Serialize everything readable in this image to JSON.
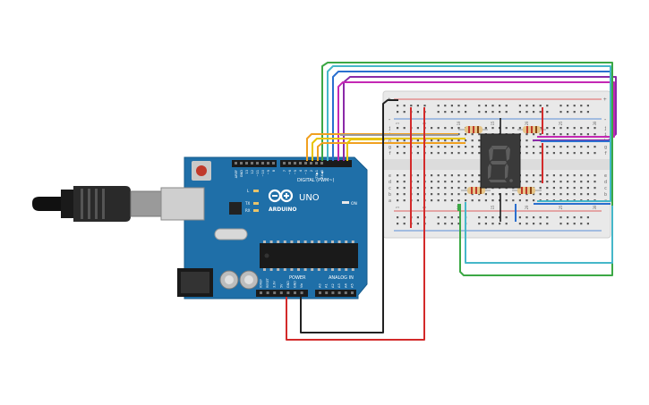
{
  "board": {
    "brand": "ARDUINO",
    "model": "UNO",
    "digital_header_label": "DIGITAL (PWM~)",
    "digital_pins": [
      "AREF",
      "GND",
      "13",
      "12",
      "~11",
      "~10",
      "~9",
      "8",
      "7",
      "~6",
      "~5",
      "4",
      "~3",
      "2",
      "TX▶1",
      "RX◀0"
    ],
    "power_header_label": "POWER",
    "power_pins": [
      "IOREF",
      "RESET",
      "3.3V",
      "5V",
      "GND",
      "GND",
      "Vin"
    ],
    "analog_header_label": "ANALOG IN",
    "analog_pins": [
      "A0",
      "A1",
      "A2",
      "A3",
      "A4",
      "A5"
    ],
    "led_labels": [
      "L",
      "TX",
      "RX"
    ],
    "on_label": "ON"
  },
  "breadboard": {
    "row_letters_top": [
      "j",
      "i",
      "h",
      "g",
      "f"
    ],
    "row_letters_bottom": [
      "e",
      "d",
      "c",
      "b",
      "a"
    ],
    "rail_plus": "+",
    "rail_minus": "-",
    "column_numbers": [
      "1",
      "5",
      "10",
      "15",
      "20",
      "25",
      "30"
    ]
  },
  "display": {
    "digit": "8"
  },
  "colors": {
    "board": "#1f6fa8",
    "breadboard": "#e9e9e9",
    "wire_red": "#d32a2a",
    "wire_black": "#222222",
    "wire_orange": "#f0a020",
    "wire_yellow": "#e8c400",
    "wire_green": "#3ca845",
    "wire_cyan": "#45b7c9",
    "wire_blue": "#2a6fcf",
    "wire_purple": "#8a2aa8",
    "wire_magenta": "#c428b4"
  }
}
